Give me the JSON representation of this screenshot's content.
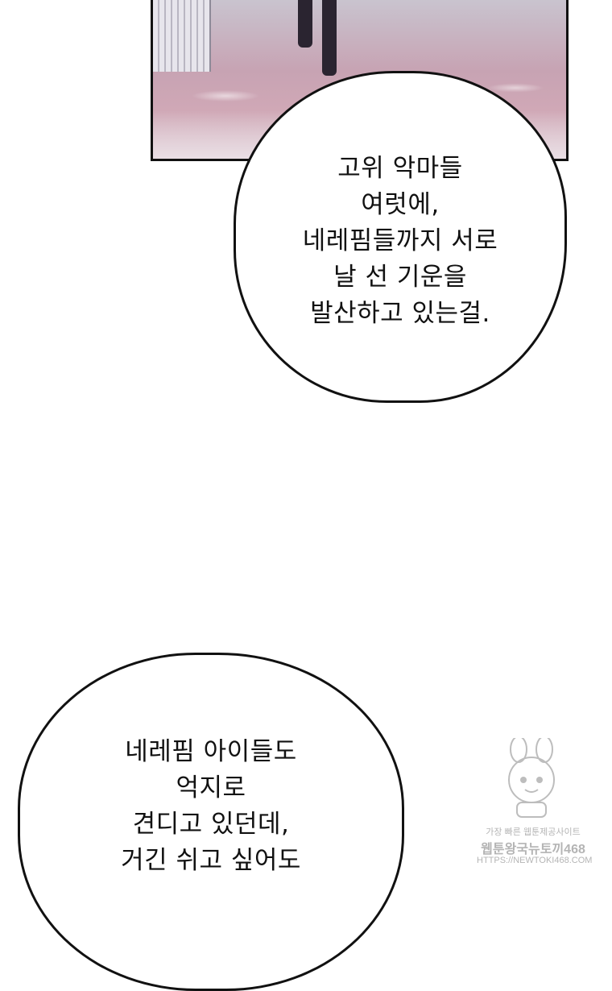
{
  "speech_bubble_top": {
    "lines": [
      "고위 악마들",
      "여럿에,",
      "네레핌들까지 서로",
      "날 선 기운을",
      "발산하고 있는걸."
    ]
  },
  "speech_bubble_bottom": {
    "lines": [
      "네레핌 아이들도",
      "억지로",
      "견디고 있던데,",
      "거긴 쉬고 싶어도"
    ]
  },
  "watermark": {
    "tagline": "가장 빠른 웹툰제공사이트",
    "site_name": "뉴토끼468",
    "prefix": "웹툰왕국",
    "url": "HTTPS://NEWTOKI468.COM"
  }
}
